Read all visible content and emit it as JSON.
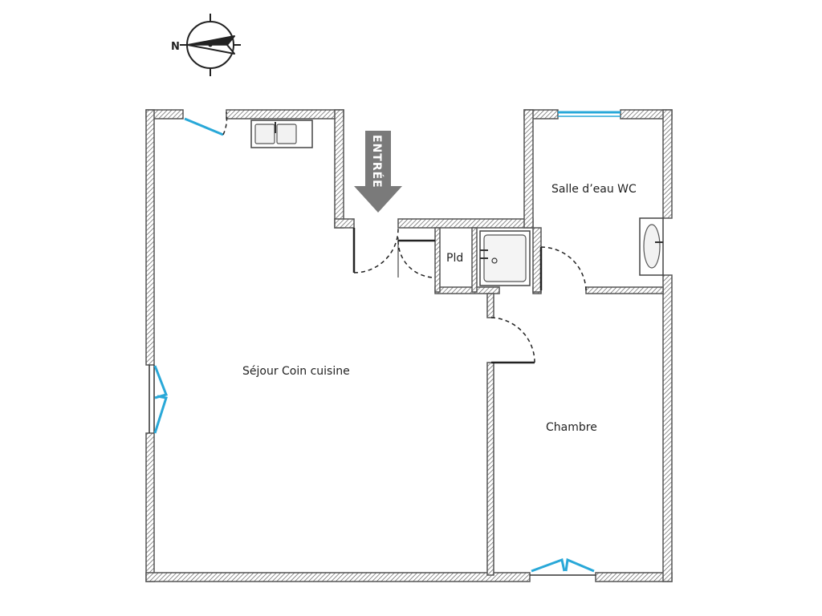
{
  "compass": {
    "north_label": "N"
  },
  "entrance": {
    "label": "ENTRÉE"
  },
  "rooms": {
    "sejour": "Séjour Coin cuisine",
    "salle_eau": "Salle d’eau WC",
    "placard": "Pld",
    "chambre": "Chambre"
  },
  "colors": {
    "wall": "#555555",
    "window": "#29a8d8",
    "door": "#222222",
    "arrow": "#7a7a7a"
  }
}
